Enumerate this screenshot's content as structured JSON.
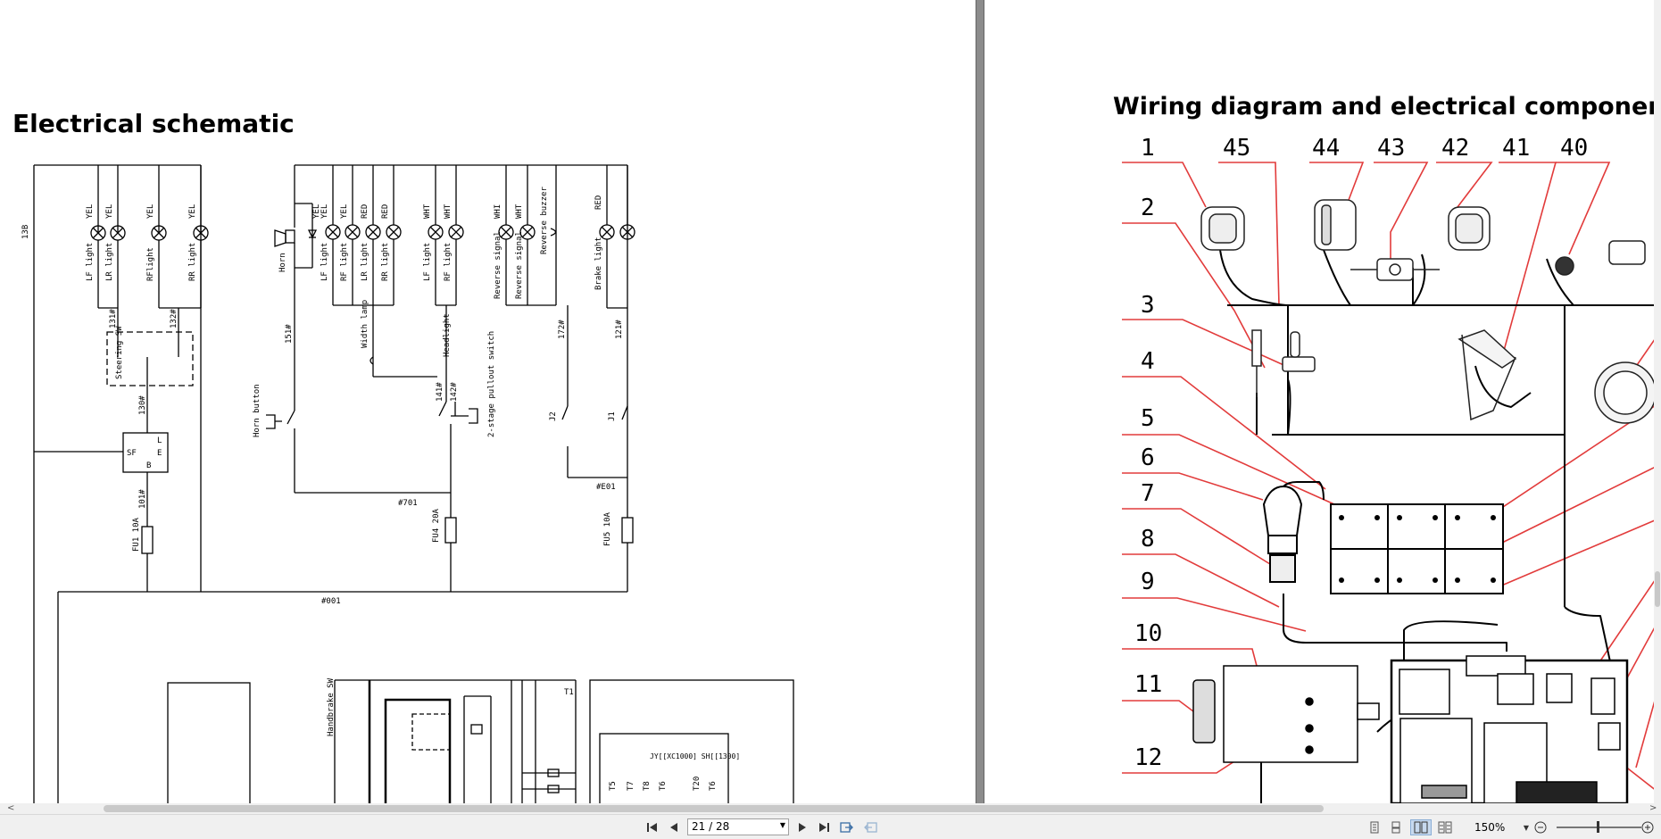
{
  "left_page": {
    "title": "Electrical schematic",
    "labels": {
      "wire_13b": "13B",
      "yel": "YEL",
      "red": "RED",
      "wht": "WHT",
      "whi": "WHI",
      "lf_light": "LF light",
      "lr_light": "LR light",
      "rf_light": "RFlight",
      "rr_light": "RR light",
      "horn": "Horn",
      "lf_light2": "LF light",
      "rf_light2": "RF light",
      "lr_light2": "LR light",
      "rr_light2": "RR light",
      "lf_light3": "LF light",
      "rf_light3": "RF light",
      "reverse_signal": "Reverse signal",
      "reverse_signal2": "Reverse signal",
      "reverse_buzzer": "Reverse buzzer",
      "brake_light": "Brake light",
      "steering_sw": "Steering SW",
      "wire_131": "131#",
      "wire_132": "132#",
      "wire_130": "130#",
      "flasher_sf": "SF",
      "flasher_l": "L",
      "flasher_b": "B",
      "flasher_e": "E",
      "wire_101": "101#",
      "fu1": "FU1 10A",
      "horn_button": "Horn button",
      "wire_151": "151#",
      "width_lamp": "Width lamp",
      "headlight": "Headlight",
      "wire_141": "141#",
      "wire_142": "142#",
      "pullout_switch": "2-stage pullout switch",
      "wire_172": "172#",
      "wire_121": "121#",
      "j2": "J2",
      "j1": "J1",
      "wire_701": "#701",
      "wire_e01": "#E01",
      "fu4": "FU4 20A",
      "fu5": "FU5 10A",
      "wire_001": "#001",
      "brake_sw": "Handbrake SW",
      "t1": "T1",
      "controller": "JY[[XC1000] SH[[1300]",
      "t_labels": [
        "T5",
        "T7",
        "T8",
        "T6",
        "T20",
        "T6"
      ]
    }
  },
  "right_page": {
    "title": "Wiring diagram and electrical components",
    "callouts_left": [
      "1",
      "2",
      "3",
      "4",
      "5",
      "6",
      "7",
      "8",
      "9",
      "10",
      "11",
      "12"
    ],
    "callouts_top": [
      "45",
      "44",
      "43",
      "42",
      "41",
      "40"
    ]
  },
  "toolbar": {
    "page_indicator": "21 / 28",
    "zoom": "150%",
    "first_page_icon": "first-page-icon",
    "prev_page_icon": "prev-page-icon",
    "next_page_icon": "next-page-icon",
    "last_page_icon": "last-page-icon"
  }
}
